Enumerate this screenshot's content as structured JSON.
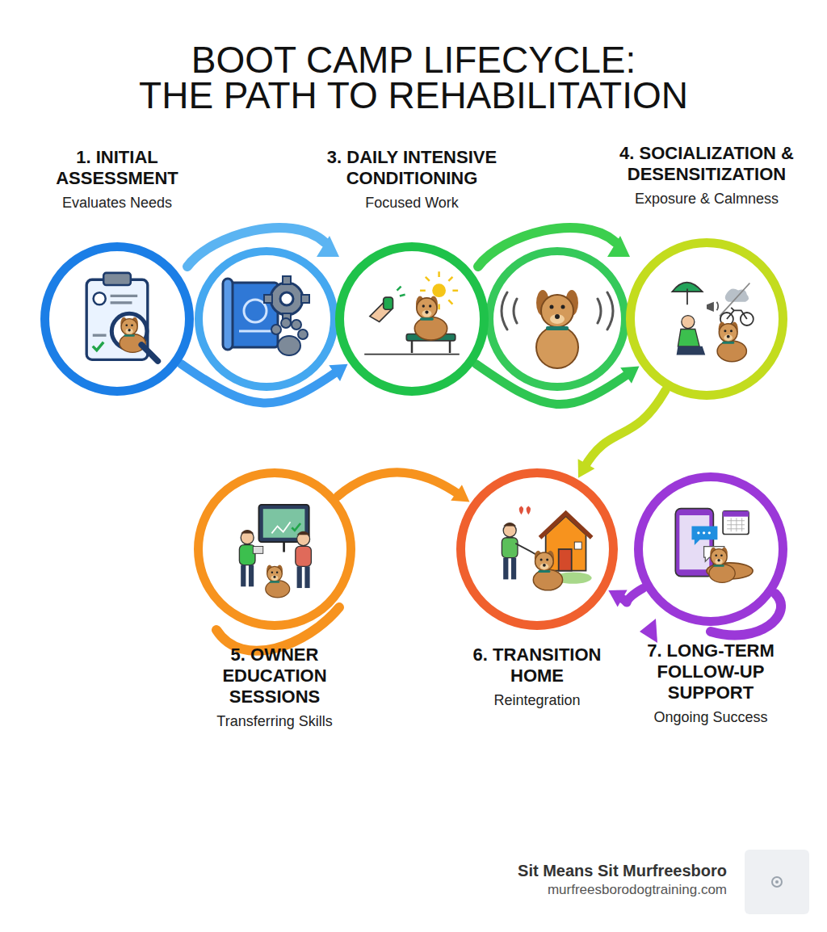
{
  "diagram": {
    "title": "BOOT CAMP LIFECYCLE: THE PATH TO REHABILITATION",
    "nodes": [
      {
        "text": [
          "1. INITIAL ASSESSMENT",
          "Evaluates Needs"
        ]
      },
      {
        "text": [
          "3. DAILY INTENSIVE CONDITIONING",
          "Focused Work"
        ]
      },
      {
        "text": [
          "4. SOCIALIZATION & DESENSITIZATION",
          "Exposure & Calmness"
        ]
      },
      {
        "text": [
          "5. OWNER EDUCATION SESSIONS",
          "Transferring Skills"
        ]
      },
      {
        "text": [
          "6. TRANSITION HOME",
          "Reintegration"
        ]
      },
      {
        "text": [
          "7. LONG-TERM FOLLOW-UP SUPPORT",
          "Ongoing Success"
        ]
      }
    ],
    "edges": [
      {
        "from": 0,
        "to": 1,
        "arrow": "to"
      },
      {
        "from": 1,
        "to": 2,
        "arrow": "to"
      },
      {
        "from": 2,
        "to": 4,
        "arrow": "to"
      },
      {
        "from": 3,
        "to": 4,
        "arrow": "to"
      },
      {
        "from": 5,
        "to": 4,
        "arrow": "to"
      }
    ],
    "labels": [
      "Sit Means Sit Murfreesboro",
      "murfreesborodogtraining.com"
    ]
  }
}
